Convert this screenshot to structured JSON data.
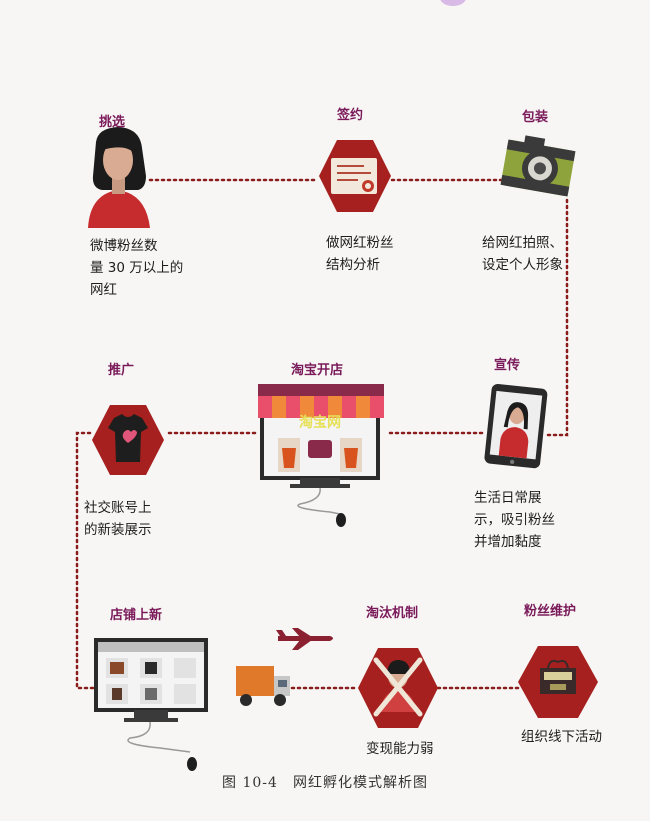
{
  "steps": [
    {
      "title": "挑选",
      "desc": "微博粉丝数\n量 30 万以上的\n网红"
    },
    {
      "title": "签约",
      "desc": "做网红粉丝\n结构分析"
    },
    {
      "title": "包装",
      "desc": "给网红拍照、\n设定个人形象"
    },
    {
      "title": "推广",
      "desc": "社交账号上\n的新装展示"
    },
    {
      "title": "淘宝开店",
      "desc": ""
    },
    {
      "title": "宣传",
      "desc": "生活日常展\n示，吸引粉丝\n并增加黏度"
    },
    {
      "title": "店铺上新",
      "desc": ""
    },
    {
      "title": "淘汰机制",
      "desc": "变现能力弱"
    },
    {
      "title": "粉丝维护",
      "desc": "组织线下活动"
    }
  ],
  "shop_sign": "淘宝网",
  "caption": "图 10-4　网红孵化模式解析图",
  "colors": {
    "title": "#7a1a5a",
    "hex_red": "#a5201e",
    "dotted_line": "#8a1c1c"
  },
  "icons": [
    "woman-portrait-icon",
    "contract-certificate-icon",
    "camera-icon",
    "tshirt-icon",
    "storefront-icon",
    "tablet-portrait-icon",
    "monitor-shop-icon",
    "airplane-icon",
    "delivery-truck-icon",
    "person-crossed-out-icon",
    "gift-box-icon"
  ]
}
